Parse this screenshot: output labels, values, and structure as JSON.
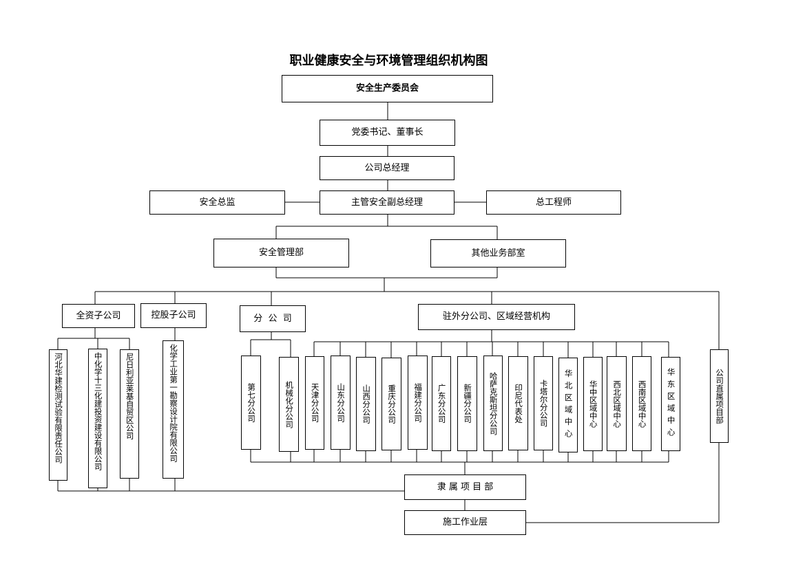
{
  "title": "职业健康安全与环境管理组织机构图",
  "committee": "安全生产委员会",
  "secretary": "党委书记、董事长",
  "general_manager": "公司总经理",
  "safety_director": "安全总监",
  "deputy_gm_safety": "主管安全副总经理",
  "chief_engineer": "总工程师",
  "safety_dept": "安全管理部",
  "other_depts": "其他业务部室",
  "wholly_owned": "全资子公司",
  "holding": "控股子公司",
  "branch": "分  公  司",
  "overseas": "驻外分公司、区域经营机构",
  "direct_projects": "公司直属项目部",
  "subsidiaries": [
    "河北华建检测试验有限责任公司",
    "中化学十三化建投资建设有限公司",
    "尼日利亚莱基自贸区公司"
  ],
  "holding_company": "化学工业第一勘察设计院有限公司",
  "branches": [
    "第七分公司",
    "机械化分公司"
  ],
  "overseas_units": [
    "天津分公司",
    "山东分公司",
    "山西分公司",
    "重庆分公司",
    "福建分公司",
    "广东分公司",
    "新疆分公司",
    "哈萨克斯坦分公司",
    "印尼代表处",
    "卡塔尔分公司",
    "华北区域中心",
    "华中区域中心",
    "西北区域中心",
    "西南区域中心",
    "华东区域中心"
  ],
  "affiliated_projects": "隶 属 项 目 部",
  "construction_layer": "施工作业层"
}
